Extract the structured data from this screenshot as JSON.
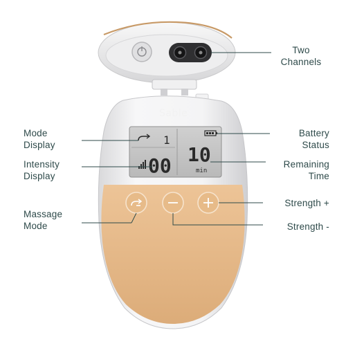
{
  "product": {
    "brand": "Sable"
  },
  "lcd": {
    "intensity_value": "00",
    "time_value": "10",
    "time_unit": "min",
    "mode_value": "1"
  },
  "callouts": {
    "two_channels": [
      "Two",
      "Channels"
    ],
    "mode_display": [
      "Mode",
      "Display"
    ],
    "intensity_display": [
      "Intensity",
      "Display"
    ],
    "massage_mode": [
      "Massage",
      "Mode"
    ],
    "battery_status": [
      "Battery",
      "Status"
    ],
    "remaining_time": [
      "Remaining",
      "Time"
    ],
    "strength_plus": "Strength +",
    "strength_minus": "Strength -"
  },
  "buttons": {
    "massage_mode_icon": "massage-mode-icon",
    "minus_icon": "minus-icon",
    "plus_icon": "plus-icon"
  },
  "colors": {
    "callout_text": "#2e4a4a",
    "leader_line": "#2e4a4a",
    "device_shell": "#e9e9ea",
    "device_panel": "#e5b888",
    "lcd_bg": "#c6c6c6"
  }
}
